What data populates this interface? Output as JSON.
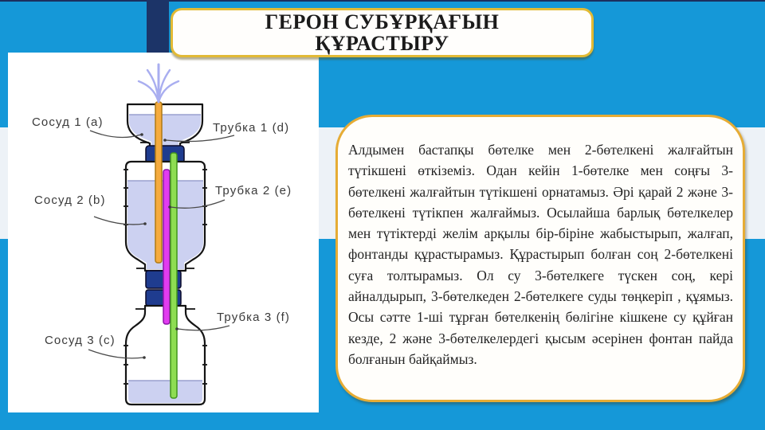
{
  "slide": {
    "title": {
      "line1": "ГЕРОН СУБҰРҚАҒЫН",
      "line2": "ҚҰРАСТЫРУ"
    },
    "body_text": "Алдымен бастапқы бөтелке мен 2-бөтелкені жалғайтын түтікшені өткіземіз. Одан кейін 1-бөтелке мен соңғы 3-бөтелкені жалғайтын түтікшені орнатамыз. Әрі қарай 2 және 3-бөтелкені түтікпен жалғаймыз. Осылайша барлық бөтелкелер мен түтіктерді желім арқылы бір-біріне жабыстырып, жалғап, фонтанды құрастырамыз. Құрастырып болған соң 2-бөтелкені суға толтырамыз. Ол су 3-бөтелкеге түскен соң, кері айналдырып, 3-бөтелкеден 2-бөтелкеге суды төңкеріп , құямыз. Осы сәтте 1-ші тұрған бөтелкенің бөлігіне кішкене су құйған кезде, 2 және 3-бөтелкелердегі қысым әсерінен фонтан пайда болғанын байқаймыз.",
    "diagram": {
      "labels": {
        "vessel1": "Сосуд 1 (a)",
        "tube1": "Трубка 1 (d)",
        "vessel2": "Сосуд 2 (b)",
        "tube2": "Трубка 2 (e)",
        "vessel3": "Сосуд 3 (c)",
        "tube3": "Трубка 3 (f)"
      }
    },
    "colors": {
      "background_blue": "#1598d8",
      "top_line_navy": "#1c2f5e",
      "accent_bar_navy": "#1c3468",
      "light_band": "#edf2f7",
      "box_border_yellow": "#e4b436",
      "cap_navy": "#1f3c8f",
      "water_lavender": "#ccd1f1",
      "tube_orange": "#f5ab3e",
      "tube_magenta": "#e23cf0",
      "tube_green": "#8edd52",
      "spray_lavender": "#a9aef0"
    }
  }
}
